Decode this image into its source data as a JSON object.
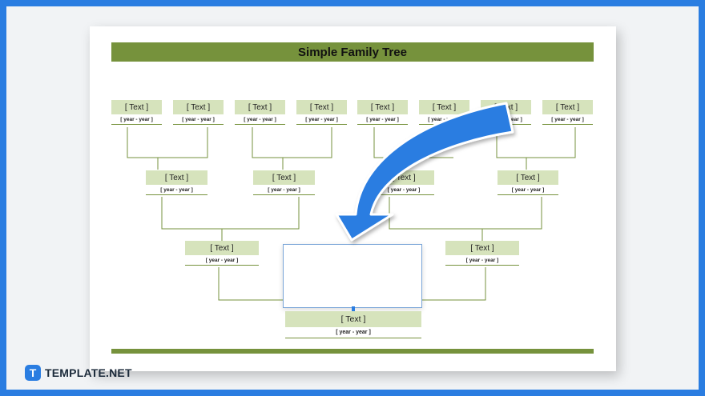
{
  "title": "Simple Family Tree",
  "brand": {
    "mark": "T",
    "name": "TEMPLATE.NET"
  },
  "nodes": {
    "g1": [
      {
        "name": "[ Text ]",
        "years": "[ year - year ]"
      },
      {
        "name": "[ Text ]",
        "years": "[ year - year ]"
      },
      {
        "name": "[ Text ]",
        "years": "[ year - year ]"
      },
      {
        "name": "[ Text ]",
        "years": "[ year - year ]"
      },
      {
        "name": "[ Text ]",
        "years": "[ year - year ]"
      },
      {
        "name": "[ Text ]",
        "years": "[ year - year ]"
      },
      {
        "name": "[ Text ]",
        "years": "[ year - year ]"
      },
      {
        "name": "[ Text ]",
        "years": "[ year - year ]"
      }
    ],
    "g2": [
      {
        "name": "[ Text ]",
        "years": "[ year - year ]"
      },
      {
        "name": "[ Text ]",
        "years": "[ year - year ]"
      },
      {
        "name": "[ Text ]",
        "years": "[ year - year ]"
      },
      {
        "name": "[ Text ]",
        "years": "[ year - year ]"
      }
    ],
    "g3": [
      {
        "name": "[ Text ]",
        "years": "[ year - year ]"
      },
      {
        "name": "[ Text ]",
        "years": "[ year - year ]"
      }
    ],
    "root": {
      "name": "[ Text ]",
      "years": "[ year - year ]"
    }
  },
  "colors": {
    "background": "#2a7de1",
    "header_green": "#76923c",
    "node_fill": "#d6e3bc",
    "arrow": "#2a7de1"
  }
}
